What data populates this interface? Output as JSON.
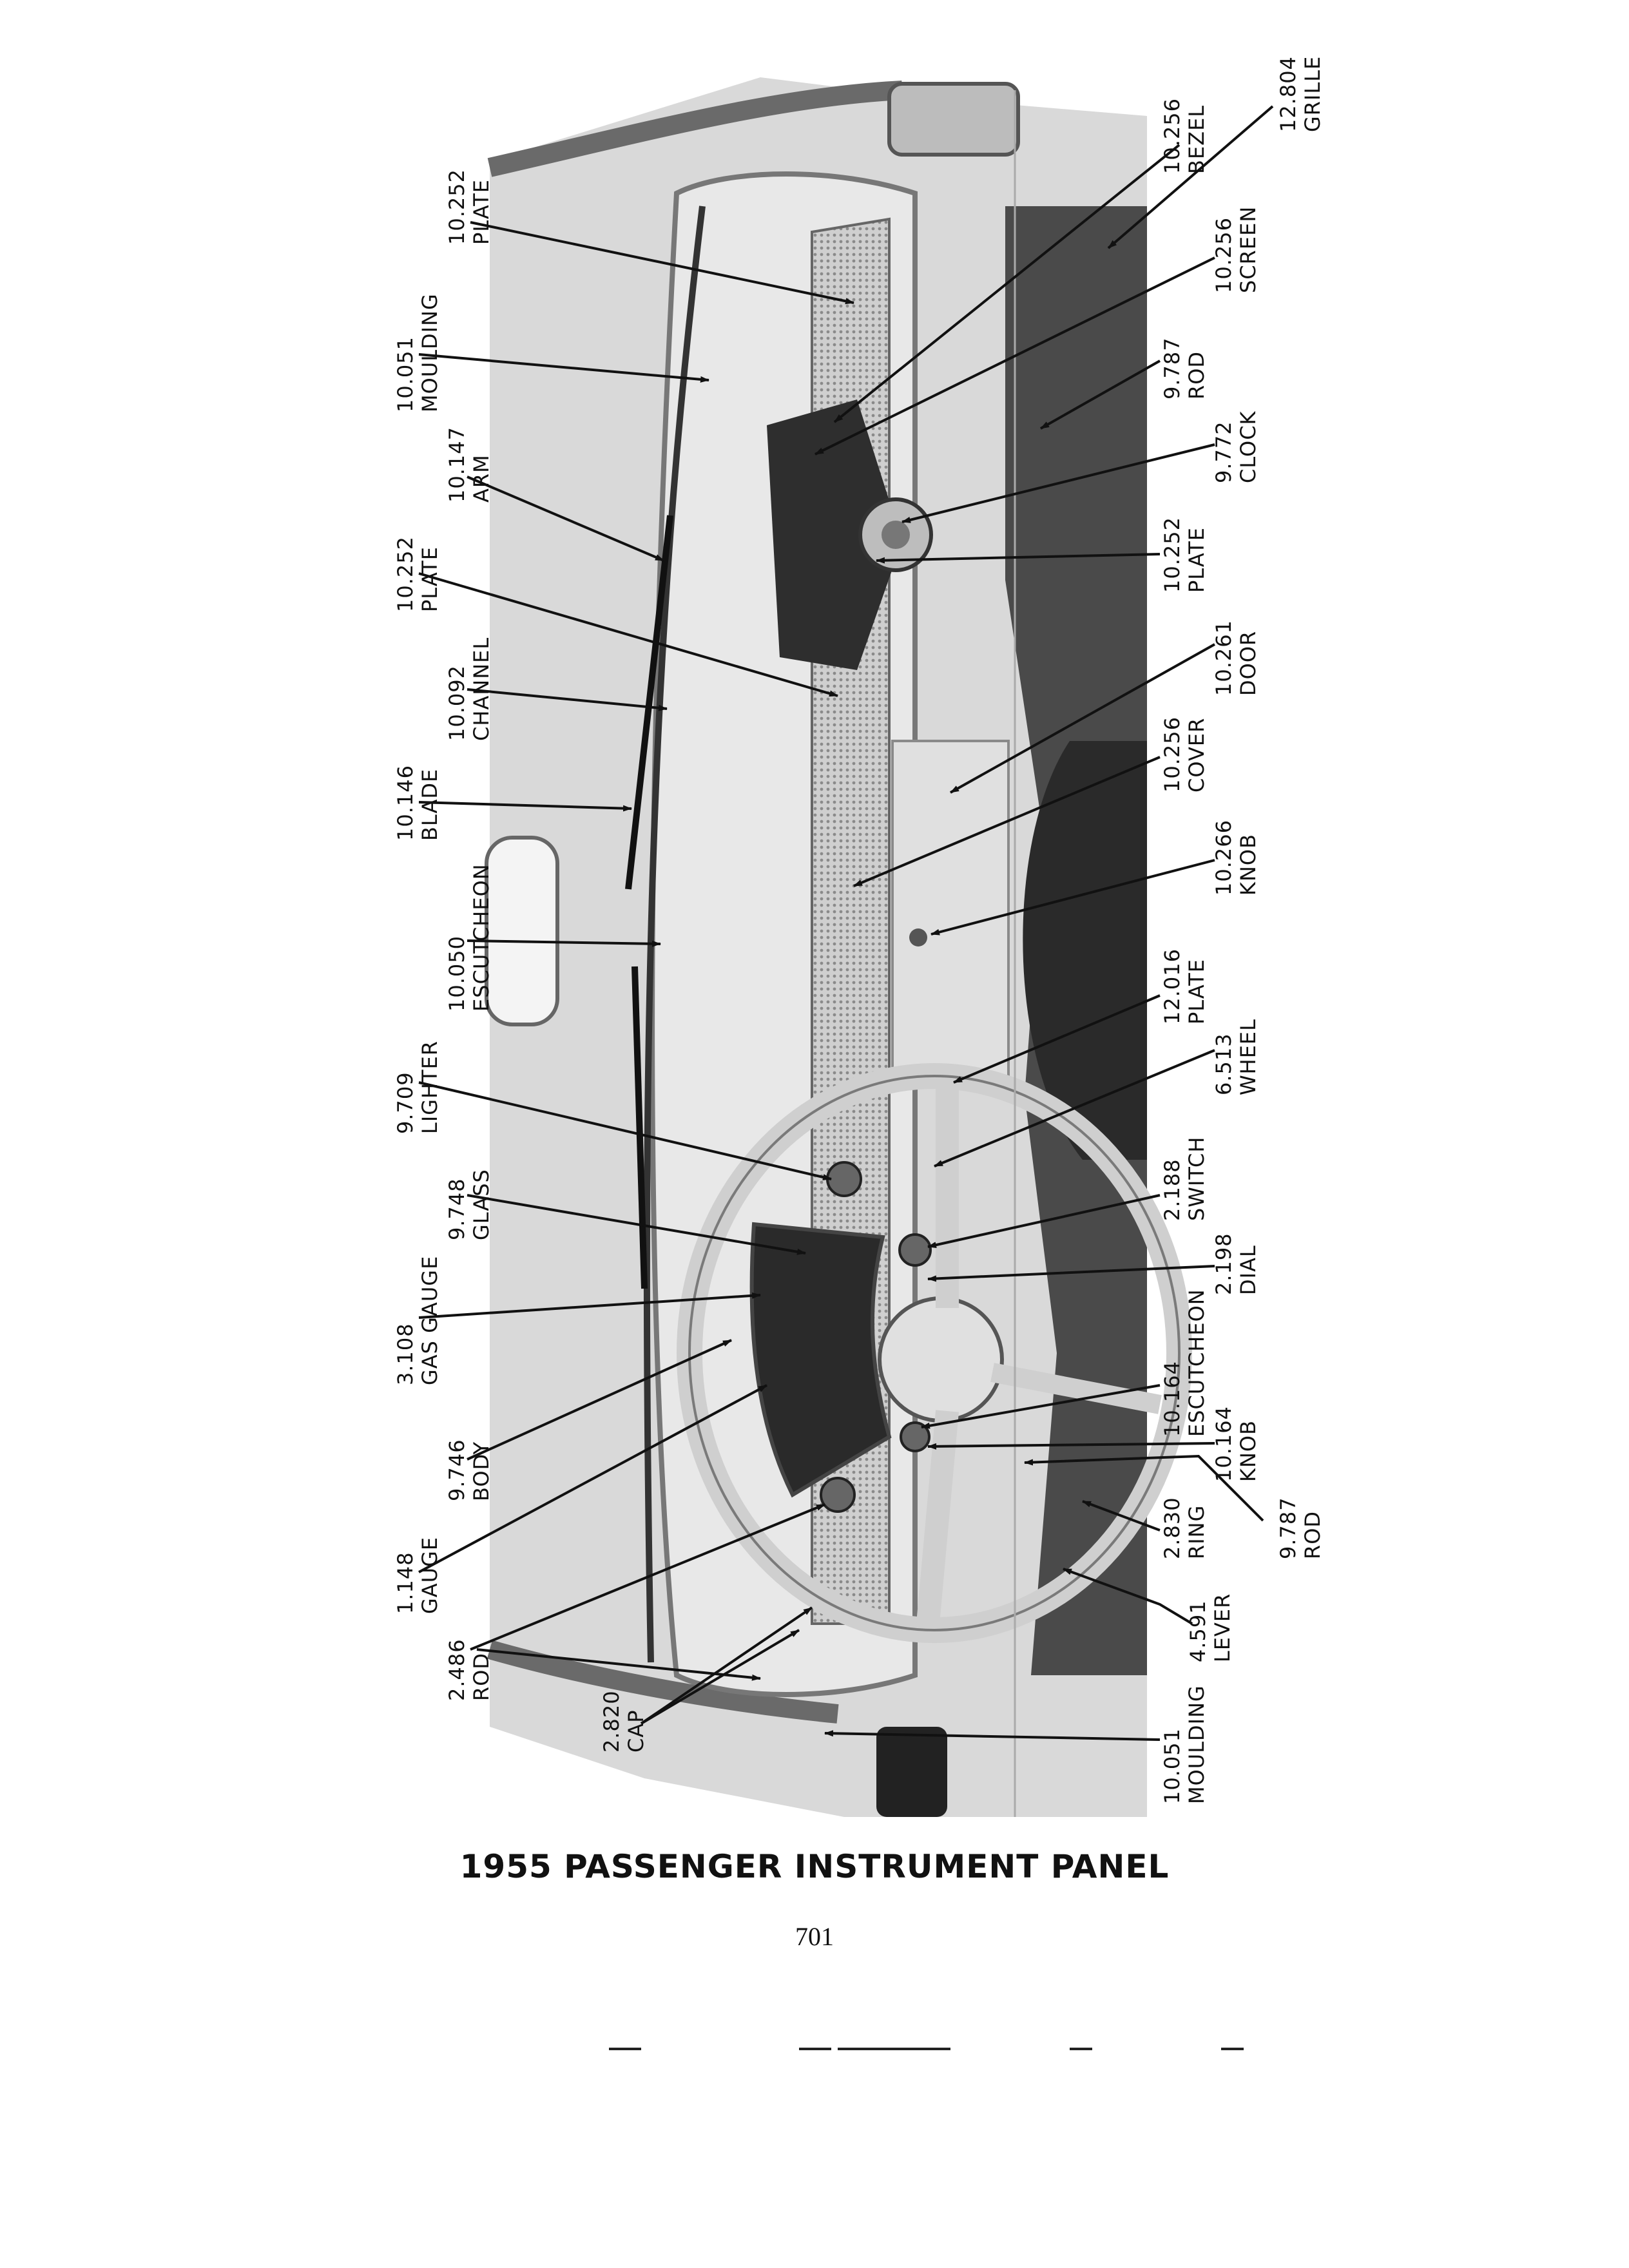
{
  "title": "1955 PASSENGER INSTRUMENT PANEL",
  "page_number": "701",
  "callouts": [
    {
      "id": "plate-top",
      "code": "10.252",
      "name": "PLATE"
    },
    {
      "id": "moulding-top",
      "code": "10.051",
      "name": "MOULDING"
    },
    {
      "id": "arm",
      "code": "10.147",
      "name": "ARM"
    },
    {
      "id": "plate-mid",
      "code": "10.252",
      "name": "PLATE"
    },
    {
      "id": "channel",
      "code": "10.092",
      "name": "CHANNEL"
    },
    {
      "id": "blade",
      "code": "10.146",
      "name": "BLADE"
    },
    {
      "id": "escutcheon-top",
      "code": "10.050",
      "name": "ESCUTCHEON"
    },
    {
      "id": "lighter",
      "code": "9.709",
      "name": "LIGHTER"
    },
    {
      "id": "glass",
      "code": "9.748",
      "name": "GLASS"
    },
    {
      "id": "gas-gauge",
      "code": "3.108",
      "name": "GAS GAUGE"
    },
    {
      "id": "body",
      "code": "9.746",
      "name": "BODY"
    },
    {
      "id": "gauge",
      "code": "1.148",
      "name": "GAUGE"
    },
    {
      "id": "rod-left",
      "code": "2.486",
      "name": "ROD"
    },
    {
      "id": "cap",
      "code": "2.820",
      "name": "CAP"
    },
    {
      "id": "grille",
      "code": "12.804",
      "name": "GRILLE"
    },
    {
      "id": "bezel",
      "code": "10.256",
      "name": "BEZEL"
    },
    {
      "id": "screen",
      "code": "10.256",
      "name": "SCREEN"
    },
    {
      "id": "rod-upper",
      "code": "9.787",
      "name": "ROD"
    },
    {
      "id": "clock",
      "code": "9.772",
      "name": "CLOCK"
    },
    {
      "id": "plate-clock",
      "code": "10.252",
      "name": "PLATE"
    },
    {
      "id": "door",
      "code": "10.261",
      "name": "DOOR"
    },
    {
      "id": "cover",
      "code": "10.256",
      "name": "COVER"
    },
    {
      "id": "knob-right",
      "code": "10.266",
      "name": "KNOB"
    },
    {
      "id": "plate-lower",
      "code": "12.016",
      "name": "PLATE"
    },
    {
      "id": "wheel",
      "code": "6.513",
      "name": "WHEEL"
    },
    {
      "id": "switch",
      "code": "2.188",
      "name": "SWITCH"
    },
    {
      "id": "dial",
      "code": "2.198",
      "name": "DIAL"
    },
    {
      "id": "escutcheon-col",
      "code": "10.164",
      "name": "ESCUTCHEON"
    },
    {
      "id": "knob-col",
      "code": "10.164",
      "name": "KNOB"
    },
    {
      "id": "rod-lower",
      "code": "9.787",
      "name": "ROD"
    },
    {
      "id": "ring",
      "code": "2.830",
      "name": "RING"
    },
    {
      "id": "lever",
      "code": "4.591",
      "name": "LEVER"
    },
    {
      "id": "moulding-bottom",
      "code": "10.051",
      "name": "MOULDING"
    }
  ]
}
